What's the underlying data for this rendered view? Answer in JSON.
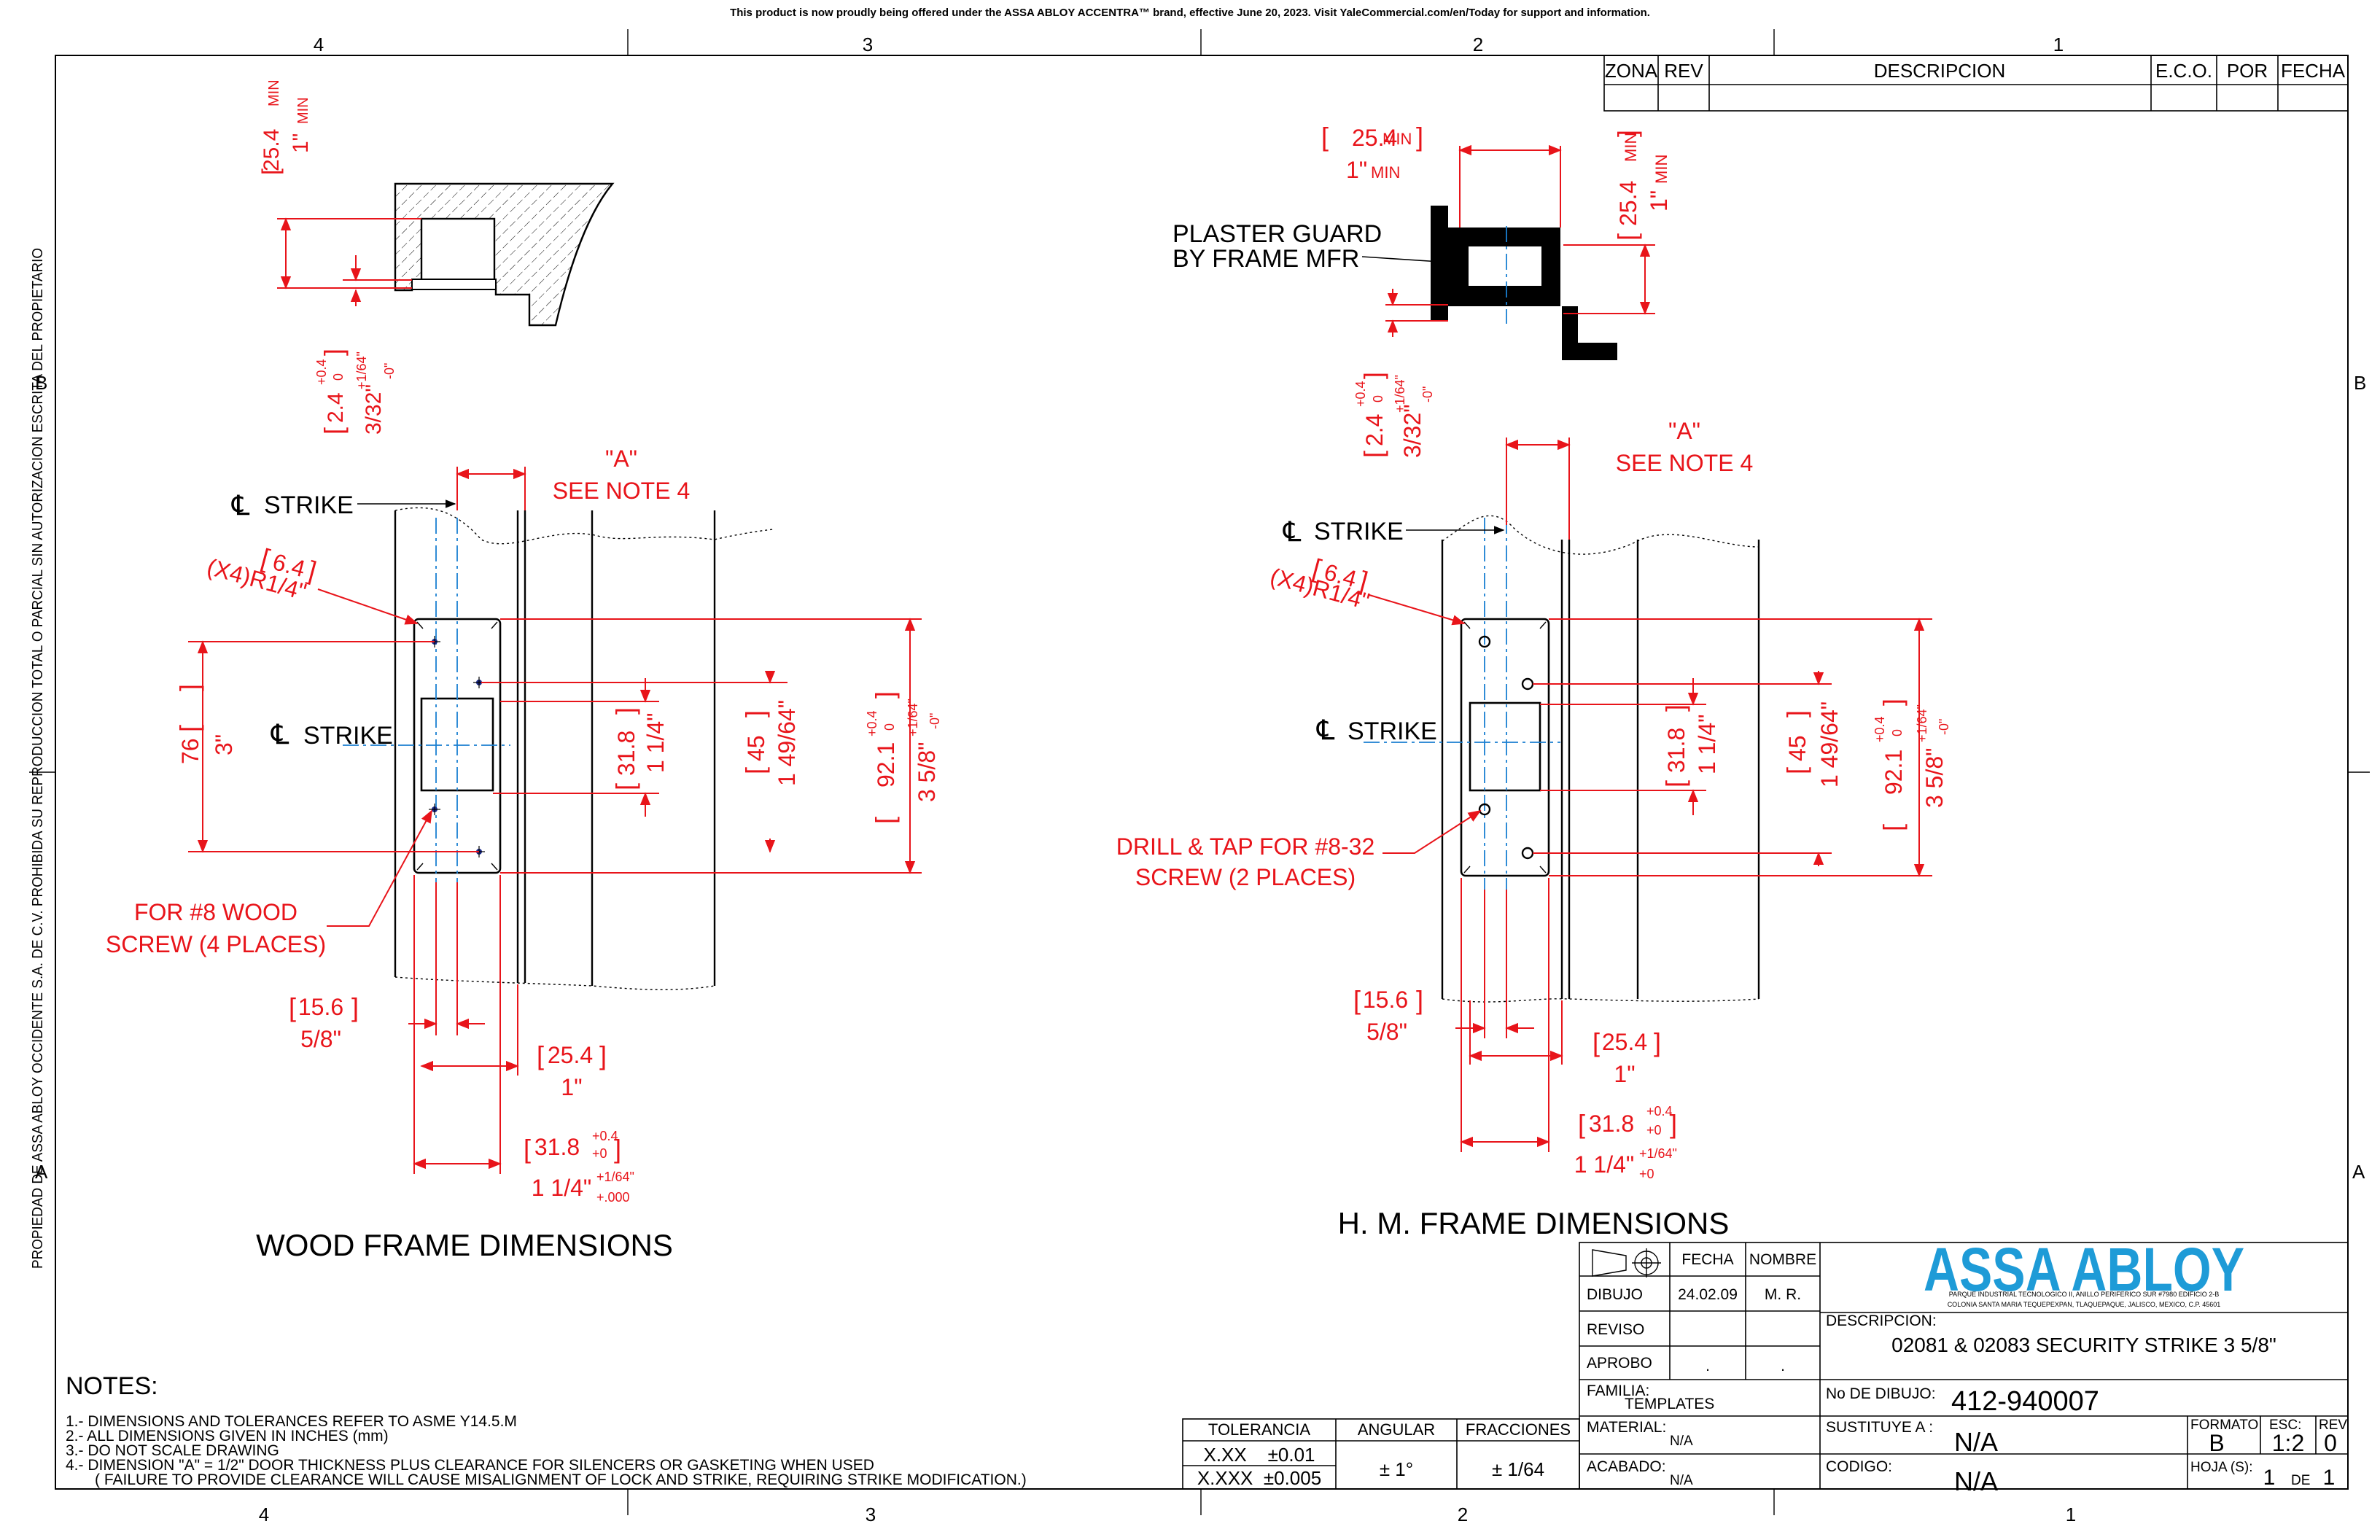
{
  "notice": "This product is now proudly being offered under the ASSA ABLOY ACCENTRA™ brand, effective June 20, 2023. Visit YaleCommercial.com/en/Today for support and information.",
  "zones": {
    "top": [
      "4",
      "3",
      "2",
      "1"
    ],
    "bottom": [
      "4",
      "3",
      "2",
      "1"
    ],
    "left": [
      "B",
      "A"
    ],
    "right": [
      "B",
      "A"
    ]
  },
  "side_text": "PROPIEDAD DE ASSA ABLOY OCCIDENTE  S.A. DE C.V. PROHIBIDA SU REPRODUCCION TOTAL O PARCIAL SIN AUTORIZACION ESCRITA DEL PROPIETARIO",
  "revision_table": {
    "headers": [
      "ZONA",
      "REV",
      "DESCRIPCION",
      "E.C.O.",
      "POR",
      "FECHA"
    ]
  },
  "wood": {
    "title": "WOOD FRAME DIMENSIONS",
    "top_dim_mm": "25.4",
    "top_dim_in": "1\"",
    "min": "MIN",
    "lip_mm": "2.4",
    "lip_tol_mm": [
      "+0.4",
      "0"
    ],
    "lip_in": "3/32\"",
    "lip_tol_in": [
      "+1/64\"",
      "-0\""
    ],
    "cl_strike": "STRIKE",
    "cl_strike_2": "STRIKE",
    "a_label": "\"A\"",
    "see_note": "SEE NOTE 4",
    "radius_mm": "6.4",
    "radius_in": "(X4)R1/4\"",
    "d76_mm": "76",
    "d76_in": "3\"",
    "d31_mm": "31.8",
    "d31_in": "1 1/4\"",
    "d45_mm": "45",
    "d45_in": "1 49/64\"",
    "d92_mm": "92.1",
    "d92_tol_mm": [
      "+0.4",
      "0"
    ],
    "d92_in": "3 5/8\"",
    "d92_tol_in": [
      "+1/64\"",
      "-0\""
    ],
    "screw_note_1": "FOR #8 WOOD",
    "screw_note_2": "SCREW (4 PLACES)",
    "w15_mm": "15.6",
    "w15_in": "5/8\"",
    "w25_mm": "25.4",
    "w25_in": "1\"",
    "w31_mm": "31.8",
    "w31_tol_mm": [
      "+0.4",
      "+0"
    ],
    "w31_in": "1 1/4\"",
    "w31_tol_in": [
      "+1/64\"",
      "+.000"
    ]
  },
  "hm": {
    "title": "H. M. FRAME DIMENSIONS",
    "top_dim_mm": "25.4",
    "top_dim_in": "1\"",
    "min": "MIN",
    "plaster_1": "PLASTER GUARD",
    "plaster_2": "BY FRAME MFR",
    "lip_mm": "2.4",
    "lip_tol_mm": [
      "+0.4",
      "0"
    ],
    "lip_in": "3/32\"",
    "lip_tol_in": [
      "+1/64\"",
      "-0\""
    ],
    "a_label": "\"A\"",
    "see_note": "SEE NOTE 4",
    "cl_strike": "STRIKE",
    "cl_strike_2": "STRIKE",
    "radius_mm": "6.4",
    "radius_in": "(X4)R1/4\"",
    "d31_mm": "31.8",
    "d31_in": "1 1/4\"",
    "d45_mm": "45",
    "d45_in": "1 49/64\"",
    "d92_mm": "92.1",
    "d92_tol_mm": [
      "+0.4",
      "0"
    ],
    "d92_in": "3 5/8\"",
    "d92_tol_in": [
      "+1/64\"",
      "-0\""
    ],
    "drill_1": "DRILL & TAP FOR #8-32",
    "drill_2": "SCREW (2 PLACES)",
    "w15_mm": "15.6",
    "w15_in": "5/8\"",
    "w25_mm": "25.4",
    "w25_in": "1\"",
    "w31_mm": "31.8",
    "w31_tol_mm": [
      "+0.4",
      "+0"
    ],
    "w31_in": "1 1/4\"",
    "w31_tol_in": [
      "+1/64\"",
      "+0"
    ]
  },
  "notes": {
    "heading": "NOTES:",
    "items": [
      "1.-  DIMENSIONS AND TOLERANCES REFER TO ASME Y14.5.M",
      "2.-  ALL DIMENSIONS GIVEN IN INCHES (mm)",
      "3.-  DO NOT SCALE DRAWING",
      "4.-  DIMENSION \"A\" = 1/2\" DOOR THICKNESS PLUS CLEARANCE FOR SILENCERS OR GASKETING WHEN USED",
      "( FAILURE TO PROVIDE CLEARANCE WILL CAUSE MISALIGNMENT OF LOCK AND STRIKE, REQUIRING STRIKE MODIFICATION.)"
    ]
  },
  "tolerance": {
    "headers": [
      "TOLERANCIA",
      "ANGULAR",
      "FRACCIONES"
    ],
    "xx": "X.XX    ±0.01",
    "xxx": "X.XXX  ±0.005",
    "angular": "± 1°",
    "fractions": "± 1/64"
  },
  "title_block": {
    "fecha_h": "FECHA",
    "nombre_h": "NOMBRE",
    "dibujo_l": "DIBUJO",
    "dibujo_fecha": "24.02.09",
    "dibujo_nombre": "M. R.",
    "reviso_l": "REVISO",
    "aprobo_l": "APROBO",
    "aprobo_fecha": ".",
    "aprobo_nombre": ".",
    "familia_l": "FAMILIA:",
    "familia_v": "TEMPLATES",
    "material_l": "MATERIAL:",
    "material_v": "N/A",
    "acabado_l": "ACABADO:",
    "acabado_v": "N/A",
    "brand": "ASSA ABLOY",
    "address_1": "PARQUE INDUSTRIAL TECNOLOGICO II, ANILLO PERIFERICO SUR #7980 EDIFICIO 2-B",
    "address_2": "COLONIA SANTA MARIA TEQUEPEXPAN, TLAQUEPAQUE, JALISCO, MEXICO, C.P. 45601",
    "descripcion_l": "DESCRIPCION:",
    "descripcion_v": "02081 & 02083 SECURITY STRIKE 3 5/8\"",
    "no_dibujo_l": "No DE DIBUJO:",
    "no_dibujo_v": "412-940007",
    "sustituye_l": "SUSTITUYE A :",
    "sustituye_v": "N/A",
    "codigo_l": "CODIGO:",
    "codigo_v": "N/A",
    "formato_l": "FORMATO",
    "formato_v": "B",
    "esc_l": "ESC:",
    "esc_v": "1:2",
    "rev_l": "REV",
    "rev_v": "0",
    "hoja_l": "HOJA (S):",
    "hoja_v": "1",
    "de_l": "DE",
    "de_v": "1"
  },
  "colors": {
    "dimension": "#e8141a",
    "centerline": "#1a7fd1",
    "brand": "#1e9bd7",
    "outline": "#000000"
  }
}
